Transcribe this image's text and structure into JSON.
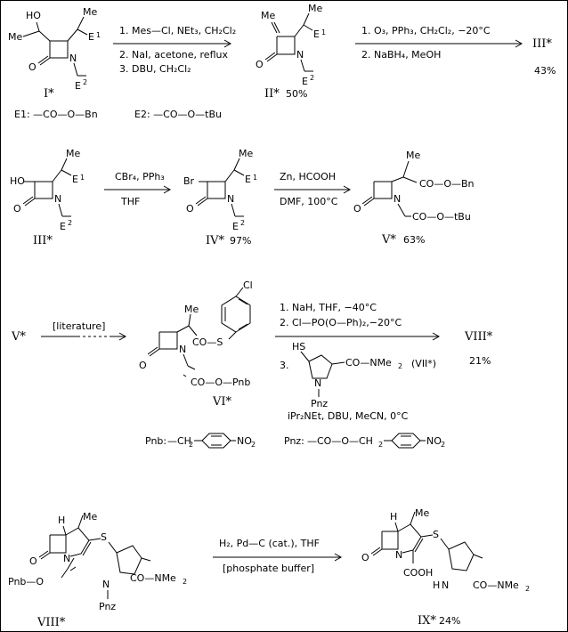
{
  "scheme": {
    "compounds": {
      "I": "I*",
      "II": "II*",
      "II_yield": "50%",
      "III": "III*",
      "III_yield": "43%",
      "IV": "IV*",
      "IV_yield": "97%",
      "V": "V*",
      "V_yield": "63%",
      "VI": "VI*",
      "VII": "(VII*)",
      "VIII": "VIII*",
      "VIII_yield": "21%",
      "IX": "IX*",
      "IX_yield": "24%"
    },
    "definitions": {
      "E1": "E1: —CO—O—Bn",
      "E2": "E2: —CO—O—tBu",
      "Pnb_label": "Pnb:",
      "Pnb_chain": "—CH",
      "Pnb_sub": "2",
      "Pnb_no2": "NO",
      "Pnb_no2_sub": "2",
      "Pnz_label": "Pnz:",
      "Pnz_chain": "—CO—O—CH",
      "Pnz_sub": "2",
      "Pnz_no2": "NO",
      "Pnz_no2_sub": "2"
    },
    "steps": {
      "s1": [
        "1. Mes—Cl, NEt₃, CH₂Cl₂",
        "2. NaI, acetone, reflux",
        "3. DBU, CH₂Cl₂"
      ],
      "s2": [
        "1. O₃, PPh₃, CH₂Cl₂, −20°C",
        "2. NaBH₄, MeOH"
      ],
      "s3": [
        "CBr₄, PPh₃",
        "THF"
      ],
      "s4": [
        "Zn, HCOOH",
        "DMF, 100°C"
      ],
      "s5": [
        "[literature]"
      ],
      "s6": [
        "1. NaH, THF, −40°C",
        "2. Cl—PO(O—Ph)₂,−20°C",
        "3.",
        "iPr₂NEt, DBU, MeCN,  0°C"
      ],
      "s7": [
        "H₂, Pd—C (cat.), THF",
        "[phosphate buffer]"
      ]
    },
    "atoms": {
      "HO": "HO",
      "Me": "Me",
      "E": "E",
      "one": "1",
      "two": "2",
      "N": "N",
      "O": "O",
      "Br": "Br",
      "Cl": "Cl",
      "S": "S",
      "HS": "HS",
      "COOBn": "CO—O—Bn",
      "COOtBu": "CO—O—tBu",
      "COS": "CO—S",
      "COOPnb": "CO—O—Pnb",
      "CONMe2": "CO—NMe",
      "Pnz": "Pnz",
      "Pnb_O": "Pnb—O",
      "COOH": "COOH",
      "HN": "H",
      "Hstereo": "H"
    }
  }
}
